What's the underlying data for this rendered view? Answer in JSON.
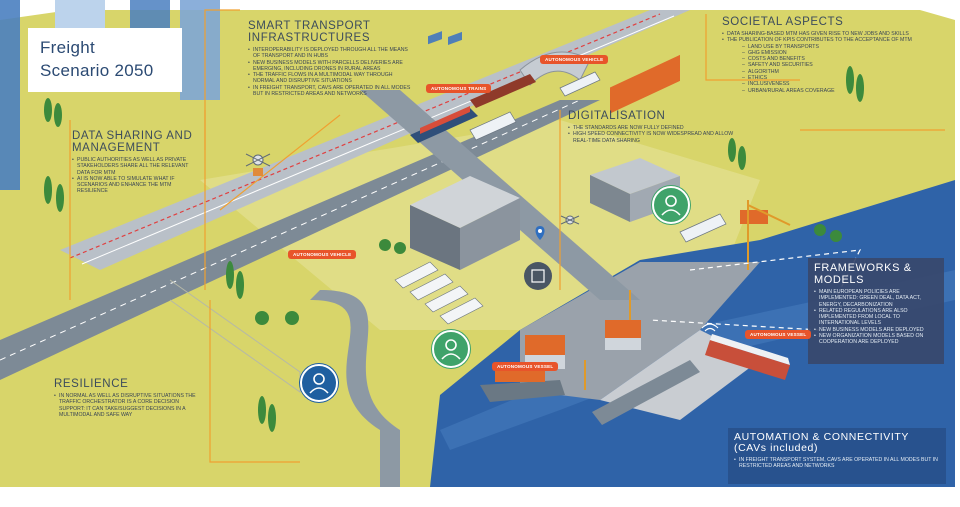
{
  "title": {
    "line1": "Freight",
    "line2": "Scenario 2050"
  },
  "colors": {
    "land": "#d8d56a",
    "land_light": "#e6e39a",
    "water": "#2f63a8",
    "water_light": "#4a7fc0",
    "road": "#7d8a96",
    "orange_accent": "#f0a030",
    "tag": "#e8542a",
    "dark_panel": "#3a4a6e"
  },
  "panels": {
    "smart_transport": {
      "title": "Smart Transport Infrastructures",
      "bullets": [
        "Interoperability is deployed through all the means of transport and in hubs",
        "New business models with parcells deliveries are emerging, including drones in rural areas",
        "The traffic flows in a multimodal way through normal and disruptive situations",
        "In freight transport, CAVs are operated in all modes but in restricted areas and networks"
      ]
    },
    "data_sharing": {
      "title": "Data Sharing and Management",
      "bullets": [
        "Public authorities as well as private stakeholders share all the relevant data for MTM",
        "AI is now able to simulate what if scenarios and enhance the MTM resilience"
      ]
    },
    "societal": {
      "title": "Societal Aspects",
      "bullets": [
        "Data sharing-based MTM has given rise to new jobs and skills",
        "The publication of KPIs contributes to the acceptance of MTM"
      ],
      "sub_bullets": [
        "Land use by transports",
        "GHG emission",
        "Costs and benefits",
        "Safety and securities",
        "Algorithm",
        "Ethics",
        "Inclusiveness",
        "Urban/rural areas coverage"
      ]
    },
    "digitalisation": {
      "title": "Digitalisation",
      "bullets": [
        "The standards are now fully defined",
        "High speed connectivity is now widespread and allow real-time data sharing"
      ]
    },
    "frameworks": {
      "title": "Frameworks & Models",
      "bullets": [
        "Main european policies are implemented: green deal, data act, energy, decarbonization",
        "Related regulations are also implemented from local to international levels",
        "New business models are deployed",
        "New organization models based on cooperation are deployed"
      ]
    },
    "resilience": {
      "title": "Resilience",
      "bullets": [
        "In normal as well as disruptive situations the traffic orchestrator is a core decision support: it can take/suggest decisions in a multimodal and safe way"
      ]
    },
    "automation": {
      "title": "Automation & Connectivity",
      "subtitle": "(CAVs included)",
      "bullets": [
        "In freight transport system, CAVs are operated in all modes but in restricted areas and networks"
      ]
    }
  },
  "tags": {
    "autonomous_trains": "Autonomous trains",
    "autonomous_vehicle_top": "Autonomous vehicle",
    "autonomous_vehicle_road": "Autonomous vehicle",
    "autonomous_vessel_left": "Autonomous vessel",
    "autonomous_vessel_right": "Autonomous vessel"
  },
  "icons": {
    "drone": "drone-icon",
    "person": "person-icon",
    "location": "location-pin-icon",
    "chip": "chip-icon",
    "wifi": "wifi-icon"
  }
}
